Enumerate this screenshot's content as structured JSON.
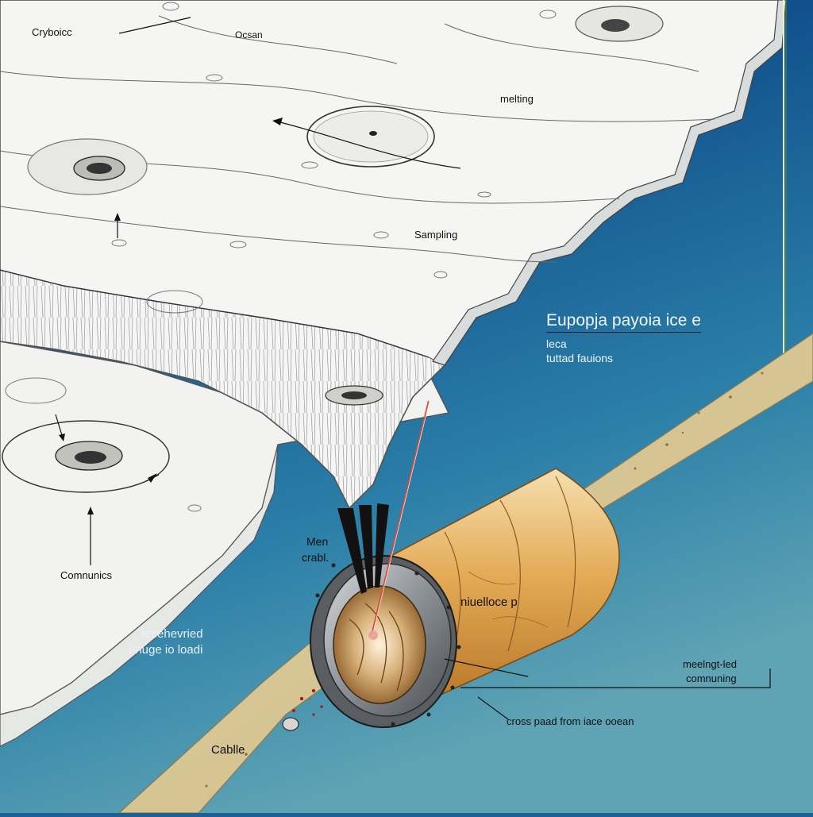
{
  "diagram": {
    "title": "Eupopja payoia ice e",
    "subtitle_lines": [
      "leca",
      "tuttad fauions"
    ],
    "labels": {
      "cryobot": "Cryboicc",
      "ocean": "Ocsan",
      "melting": "melting",
      "sampling": "Sampling",
      "communics": "Comnunics",
      "men_cable_1": "Men",
      "men_cable_2": "crabl.",
      "tethered_1": "tecehevried",
      "tethered_2": "unuge io loadi",
      "nuelloce": "niuelloce p",
      "melting_comm_1": "meelngt-led",
      "melting_comm_2": "comnuning",
      "cross_pad": "cross paad from iace ooean",
      "cable": "Cablle"
    }
  },
  "colors": {
    "ocean_top": "#0b2a6e",
    "ocean_bottom": "#5fa2b8",
    "ice": "#f4f5f3",
    "cable": "#d9c89a",
    "probe": "#d9a44a"
  }
}
